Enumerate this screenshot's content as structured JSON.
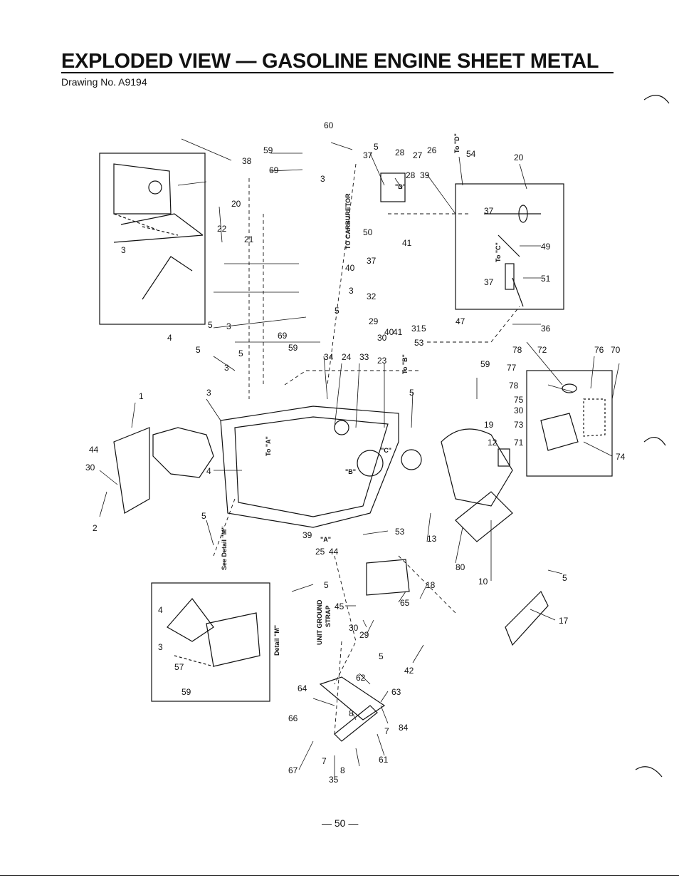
{
  "header": {
    "title": "EXPLODED VIEW — GASOLINE ENGINE SHEET METAL",
    "drawing_no": "Drawing No. A9194"
  },
  "page_number": "— 50 —",
  "callouts": {
    "n38": "38",
    "n59a": "59",
    "n60": "60",
    "n69a": "69",
    "n3a": "3",
    "n37a": "37",
    "n5a": "5",
    "n28a": "28",
    "n27": "27",
    "n26": "26",
    "n54": "54",
    "n20a": "20",
    "n39a": "39",
    "n20b": "20",
    "n22": "22",
    "n3b": "3",
    "n21": "21",
    "n50": "50",
    "n40a": "40",
    "n41a": "41",
    "n37b": "37",
    "n37c": "37",
    "n49": "49",
    "n37d": "37",
    "n51": "51",
    "n5b": "5",
    "n3c": "3",
    "n32": "32",
    "n29a": "29",
    "n5c": "5",
    "n30a": "30",
    "n40b": "40",
    "n41b": "41",
    "n31": "31",
    "n5d": "5",
    "n47": "47",
    "n36": "36",
    "n4a": "4",
    "n5e": "5",
    "n3d": "3",
    "n69b": "69",
    "n59b": "59",
    "n53a": "53",
    "n34": "34",
    "n24": "24",
    "n33": "33",
    "n23": "23",
    "n5f": "5",
    "n59c": "59",
    "n78a": "78",
    "n72": "72",
    "n76": "76",
    "n70": "70",
    "n77": "77",
    "n78b": "78",
    "n75": "75",
    "n3075": "30",
    "n73": "73",
    "n71": "71",
    "n74": "74",
    "n5g": "5",
    "n3e": "3",
    "n1": "1",
    "n44a": "44",
    "n30b": "30",
    "n2": "2",
    "n3f": "3",
    "n4b": "4",
    "n19": "19",
    "n12": "12",
    "n5h": "5",
    "n39b": "39",
    "n25": "25",
    "n44b": "44",
    "n53b": "53",
    "n13": "13",
    "n80": "80",
    "n10": "10",
    "n5i": "5",
    "n17": "17",
    "n5j": "5",
    "n45": "45",
    "n65": "65",
    "n18": "18",
    "n30c": "30",
    "n29b": "29",
    "n5k": "5",
    "n42": "42",
    "n4c": "4",
    "n3g": "3",
    "n57": "57",
    "n59d": "59",
    "n64a": "64",
    "n62": "62",
    "n63": "63",
    "n8a": "8",
    "n7a": "7",
    "n84": "84",
    "n66": "66",
    "n67": "67",
    "n7b": "7",
    "n35": "35",
    "n8b": "8",
    "n61": "61"
  },
  "labels": {
    "to_carburetor": "TO CARBURETOR",
    "to_d": "To \"D\"",
    "to_c": "To \"C\"",
    "to_b": "To \"B\"",
    "to_a": "To \"A\"",
    "label_a": "\"A\"",
    "label_b": "\"B\"",
    "label_c": "\"C\"",
    "label_d": "\"D\"",
    "see_detail_m": "See Detail \"M\"",
    "detail_m": "Detail \"M\"",
    "unit_ground": "UNIT GROUND",
    "strap": "STRAP"
  }
}
